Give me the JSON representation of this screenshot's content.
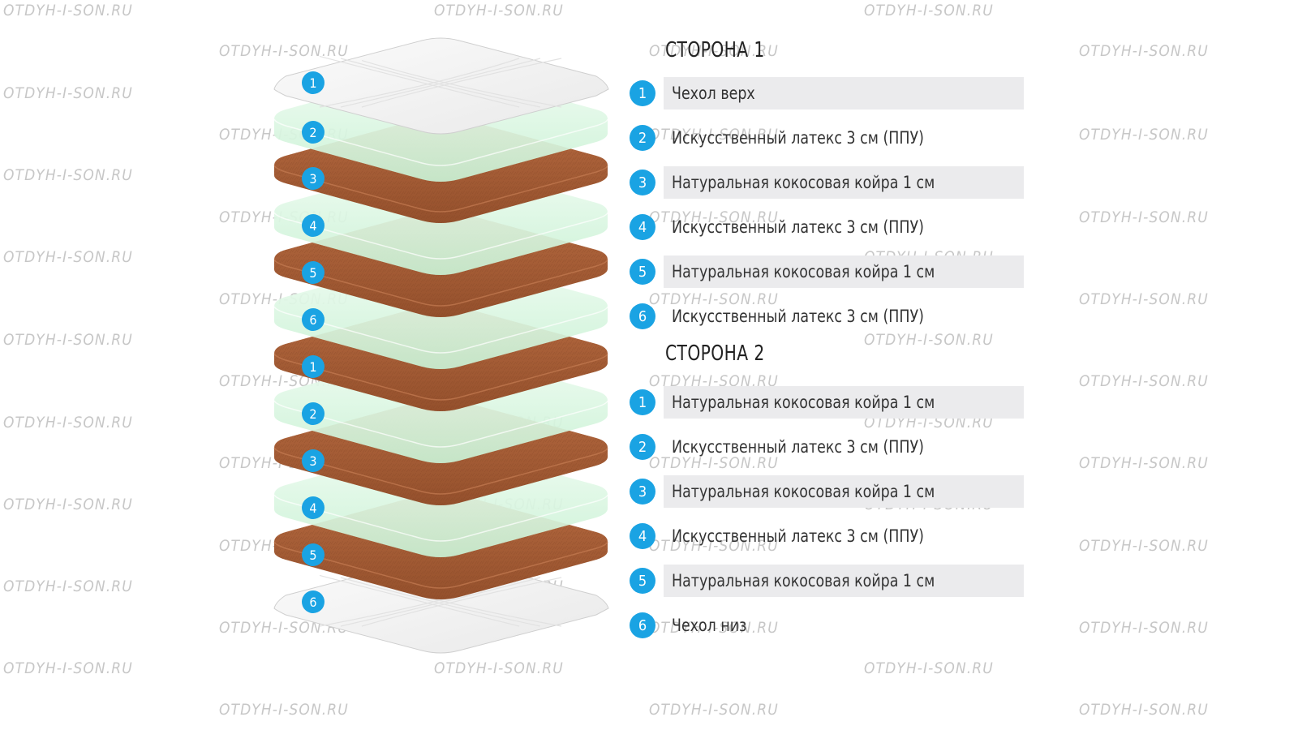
{
  "watermark": "OTDYH-I-SON.RU",
  "colors": {
    "badge": "#1aa3e3",
    "coconut": "#a65b34",
    "latex": "#d6f6df",
    "cover": "#f4f4f4",
    "row_shade": "#ebebed"
  },
  "stack": [
    {
      "kind": "cover",
      "badge": "1"
    },
    {
      "kind": "latex",
      "badge": "2"
    },
    {
      "kind": "coconut",
      "badge": "3"
    },
    {
      "kind": "latex",
      "badge": "4"
    },
    {
      "kind": "coconut",
      "badge": "5"
    },
    {
      "kind": "latex",
      "badge": "6"
    },
    {
      "kind": "coconut",
      "badge": "1"
    },
    {
      "kind": "latex",
      "badge": "2"
    },
    {
      "kind": "coconut",
      "badge": "3"
    },
    {
      "kind": "latex",
      "badge": "4"
    },
    {
      "kind": "coconut",
      "badge": "5"
    },
    {
      "kind": "cover",
      "badge": "6"
    }
  ],
  "side1": {
    "title": "СТОРОНА 1",
    "items": [
      {
        "num": "1",
        "label": "Чехол верх",
        "shaded": true
      },
      {
        "num": "2",
        "label": "Искусственный латекс 3 см (ППУ)",
        "shaded": false
      },
      {
        "num": "3",
        "label": "Натуральная кокосовая койра 1 см",
        "shaded": true
      },
      {
        "num": "4",
        "label": "Искусственный латекс 3 см (ППУ)",
        "shaded": false
      },
      {
        "num": "5",
        "label": "Натуральная кокосовая койра 1 см",
        "shaded": true
      },
      {
        "num": "6",
        "label": "Искусственный латекс 3 см (ППУ)",
        "shaded": false
      }
    ]
  },
  "side2": {
    "title": "СТОРОНА 2",
    "items": [
      {
        "num": "1",
        "label": "Натуральная кокосовая койра 1 см",
        "shaded": true
      },
      {
        "num": "2",
        "label": "Искусственный латекс 3 см (ППУ)",
        "shaded": false
      },
      {
        "num": "3",
        "label": "Натуральная кокосовая койра 1 см",
        "shaded": true
      },
      {
        "num": "4",
        "label": "Искусственный латекс 3 см (ППУ)",
        "shaded": false
      },
      {
        "num": "5",
        "label": "Натуральная кокосовая койра 1 см",
        "shaded": true
      },
      {
        "num": "6",
        "label": "Чехол низ",
        "shaded": false
      }
    ]
  }
}
